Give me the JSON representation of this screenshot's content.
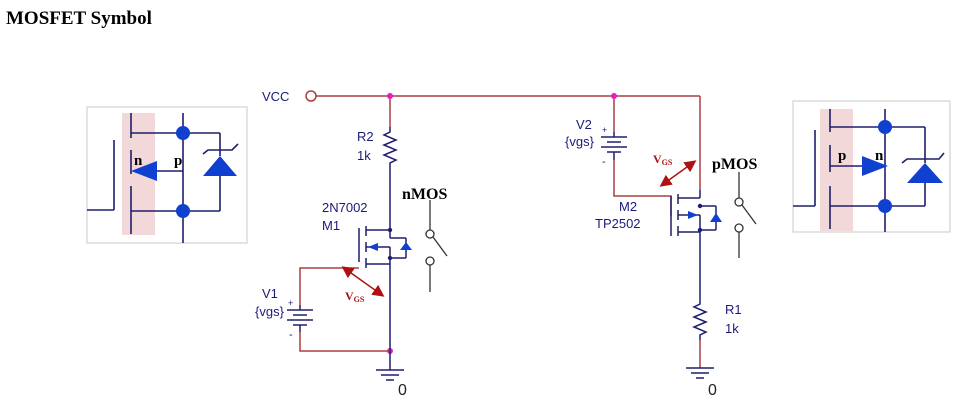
{
  "title": "MOSFET Symbol",
  "labels": {
    "vcc": "VCC",
    "ground_left": "0",
    "ground_right": "0",
    "r2_name": "R2",
    "r2_value": "1k",
    "nmos_part": "2N7002",
    "nmos_ref": "M1",
    "v1_name": "V1",
    "v1_value": "{vgs}",
    "v2_name": "V2",
    "v2_value": "{vgs}",
    "pmos_ref": "M2",
    "pmos_part": "TP2502",
    "r1_name": "R1",
    "r1_value": "1k",
    "nmos_title": "nMOS",
    "pmos_title": "pMOS",
    "vgs_main": "V",
    "vgs_sub": "GS",
    "plus": "+",
    "minus": "-"
  },
  "insets": {
    "left": {
      "n": "n",
      "p": "p"
    },
    "right": {
      "p": "p",
      "n": "n"
    }
  },
  "colors": {
    "wire_red": "#a84040",
    "wire_dark": "#1e1e6e",
    "node": "#e020c0",
    "blue": "#1040d0",
    "arrow_red": "#b01010",
    "inset_shade": "#f2d8d8"
  }
}
